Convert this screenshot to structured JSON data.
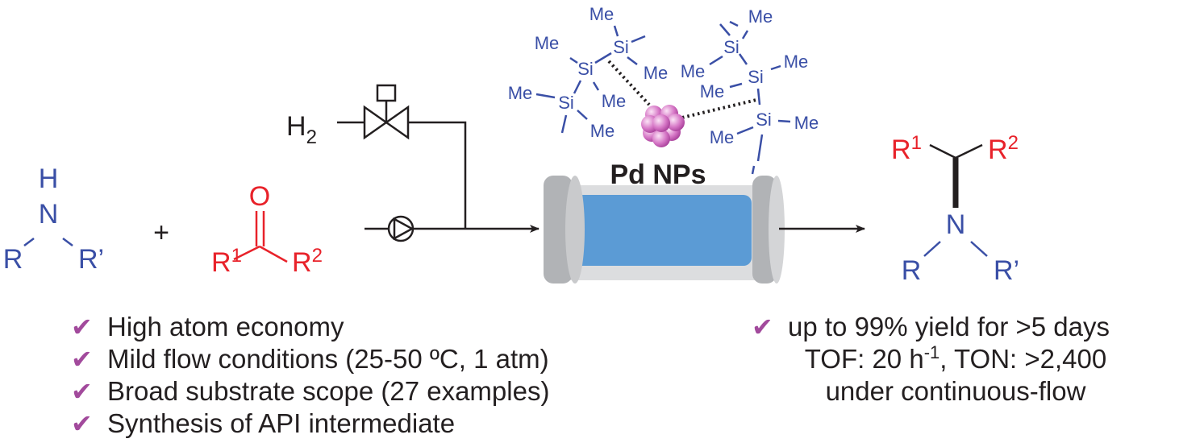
{
  "reactants": {
    "amine": {
      "H": "H",
      "N": "N",
      "R": "R",
      "R_prime": "R’"
    },
    "plus": "+",
    "ketone": {
      "O": "O",
      "R1": "R",
      "R1_sup": "1",
      "R2": "R",
      "R2_sup": "2"
    }
  },
  "flow": {
    "h2_main": "H",
    "h2_sub": "2"
  },
  "catalyst": {
    "label": "Pd NPs",
    "si": "Si",
    "me": "Me"
  },
  "product": {
    "R1": "R",
    "R1_sup": "1",
    "R2": "R",
    "R2_sup": "2",
    "N": "N",
    "R": "R",
    "R_prime": "R’"
  },
  "features_left": [
    "High atom economy",
    "Mild flow conditions (25-50 ºC, 1 atm)",
    "Broad substrate scope (27 examples)",
    "Synthesis of API intermediate"
  ],
  "features_right": {
    "line1": "up to 99% yield for >5 days",
    "line2_a": "TOF: 20 h",
    "line2_sup": "-1",
    "line2_b": ", TON: >2,400",
    "line3": "under continuous-flow"
  },
  "check_mark": "✔",
  "colors": {
    "blue": "#3a4fa6",
    "red": "#e8222a",
    "check": "#a24a9c",
    "reactor": "#5b9bd5"
  }
}
